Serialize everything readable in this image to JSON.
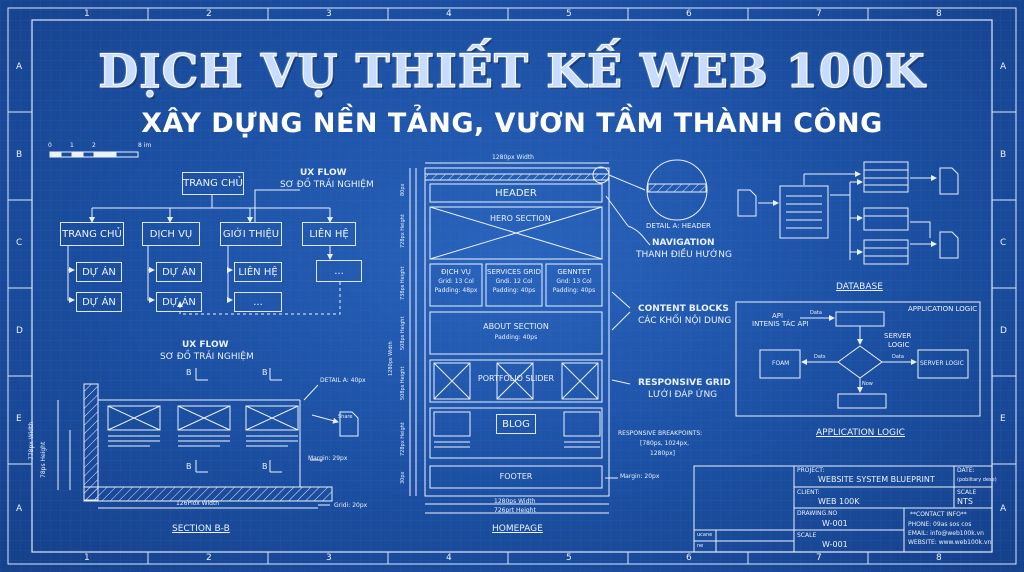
{
  "title": "DỊCH VỤ THIẾT KẾ WEB 100K",
  "subtitle": "XÂY DỰNG NỀN TẢNG, VƯƠN TẦM THÀNH CÔNG",
  "border": {
    "cols": [
      "1",
      "2",
      "3",
      "4",
      "5",
      "6",
      "7",
      "8"
    ],
    "rows": [
      "A",
      "B",
      "C",
      "D",
      "E"
    ]
  },
  "scale_bar": {
    "ticks": [
      "0",
      "1",
      "2"
    ],
    "unit": "8 im"
  },
  "uxflow": {
    "root": "TRANG CHỦ",
    "level1": [
      "TRANG CHỦ",
      "DỊCH VỤ",
      "GIỚI THIỆU",
      "LIÊN HỆ"
    ],
    "children": [
      "DỰ ÁN",
      "DỰ ÁN",
      "DỰ ÁN",
      "LIÊN HỆ",
      "...",
      "DỰ ÁN",
      "DỰ ÁN",
      "..."
    ],
    "label_top_title": "UX FLOW",
    "label_top_sub": "SƠ ĐỒ TRẢI NGHIỆM",
    "label_bottom_title": "UX FLOW",
    "label_bottom_sub": "SƠ ĐỒ TRẢI NGHIỆM"
  },
  "section": {
    "detail": "DETAIL A: 40px",
    "dim_width": "126Plox Width",
    "dim_h1": "778px Width",
    "dim_h2": "78ps Height",
    "margin": "Margin: 29px",
    "grid": "Gridi: 20px",
    "share": "Share",
    "marker_b": "B",
    "caption": "SECTION B-B"
  },
  "homepage": {
    "width_top": "1280px Width",
    "header": "HEADER",
    "hero": "HERO SECTION",
    "services": [
      {
        "title": "ĐỊCH VỤ",
        "grid": "Grid: 13 Col",
        "padding": "Padding: 48px"
      },
      {
        "title": "SERVICES GRID",
        "grid": "Gndi. 12 Col",
        "padding": "Padding: 40ps"
      },
      {
        "title": "GENNTET",
        "grid": "Gnd: 13 Col",
        "padding": "Padding: 40ps"
      }
    ],
    "about": "ABOUT SECTION",
    "about_padding": "Padding: 40ps",
    "portfolio": "PORTFOLIO SLIDER",
    "blog": "BLOG",
    "footer": "FOOTER",
    "footer_margin": "Margin: 20px",
    "width_bottom1": "1280ps Width",
    "width_bottom2": "726prt Height",
    "side_dims": [
      "80px",
      "728px Height",
      "738ps Height",
      "1280ps Width",
      "508ps Height",
      "508ps Height",
      "728px Height",
      "30px"
    ],
    "caption": "HOMEPAGE"
  },
  "annotations": {
    "detail_header": "DETAIL A: HEADER",
    "nav_title": "NAVIGATION",
    "nav_sub": "THANH ĐIỀU HƯỚNG",
    "content_title": "CONTENT BLOCKS",
    "content_sub": "CÁC KHỐI NỘI DUNG",
    "responsive_title": "RESPONSIVE GRID",
    "responsive_sub": "LƯỚI ĐÁP ỨNG",
    "breakpoints": [
      "RESPONSIVE BREAKPOINTS:",
      "[780ps, 1024px,",
      "1280px]"
    ]
  },
  "database": {
    "caption": "DATABASE"
  },
  "applogic": {
    "box_title": "APPLICATION LOGIC",
    "api": "API",
    "api_sub": "INTENIS TÁC API",
    "data1": "Data",
    "server_logic1": "SERVER",
    "server_logic2": "LOGIC",
    "foam": "FOAM",
    "data2": "Dats",
    "data3": "Data",
    "server_logic_box": "SERVER LOGIC",
    "now": "Now",
    "caption": "APPLICATION LOGIC"
  },
  "titleblock": {
    "project_label": "PROJECT:",
    "project": "WEBSITE SYSTEM BLUEPRINT",
    "date_label": "DATE:",
    "date": "(pobiitary dese)",
    "client_label": "CLIENT:",
    "client": "WEB 100K",
    "scale_label": "SCALE",
    "scale": "NTS",
    "drawing_label": "DRAWING.NO",
    "drawing": "W-001",
    "scale2_label": "SCALE",
    "scale2": "W-001",
    "contact_title": "**CONTACT INFO**",
    "phone": "PHONE: 09as sos cos",
    "email": "EMAIL: info@web100k.vn",
    "website": "WEBSITE: www.web100k.vn",
    "rev": [
      "ucane",
      "ne"
    ]
  }
}
